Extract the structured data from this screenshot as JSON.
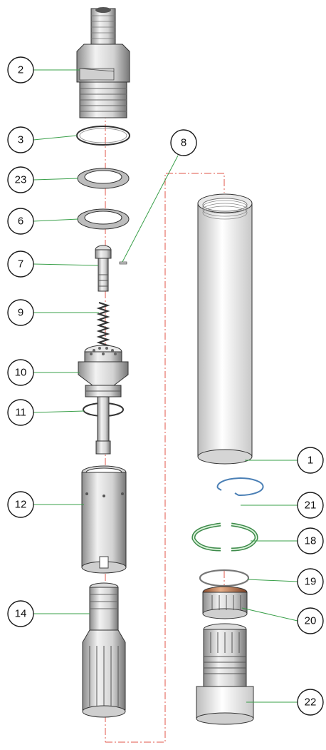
{
  "callouts": [
    "2",
    "3",
    "23",
    "6",
    "7",
    "8",
    "9",
    "10",
    "11",
    "12",
    "14",
    "1",
    "21",
    "18",
    "19",
    "20",
    "22"
  ],
  "colors": {
    "leader": "#3aa04a",
    "axis": "#e0554a",
    "outline": "#333333",
    "metal_light": "#e6e6e6",
    "metal_dark": "#9a9a9a",
    "copper": "#b5653a",
    "spring_clip": "#4a7fb5",
    "retaining_ring": "#3d8a4a"
  }
}
